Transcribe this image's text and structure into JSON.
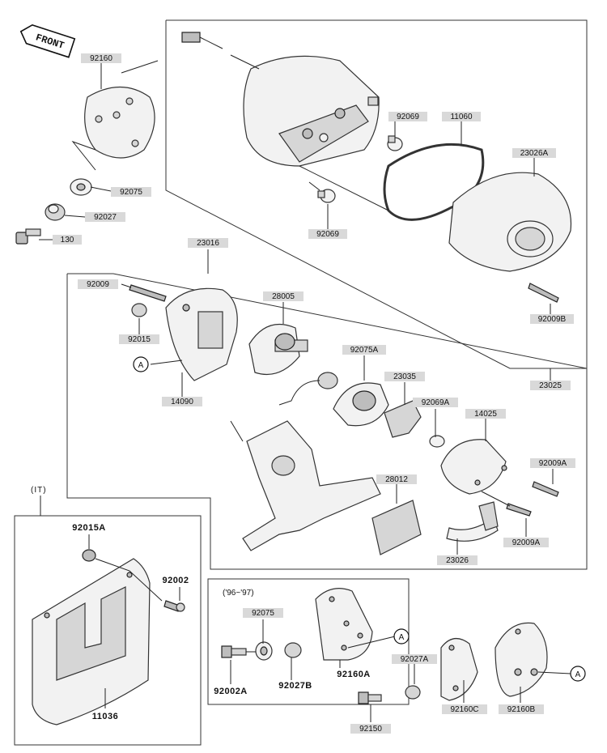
{
  "front_badge": "FRONT",
  "variant_it": "(IT)",
  "variant_years": "('96~'97)",
  "circle_ref": "A",
  "labels": {
    "l92160": "92160",
    "l92075_top": "92075",
    "l92027": "92027",
    "l130": "130",
    "l92069_a": "92069",
    "l11060": "11060",
    "l23026A": "23026A",
    "l92069_b": "92069",
    "l92009B": "92009B",
    "l23025": "23025",
    "l23016": "23016",
    "l92009": "92009",
    "l92015": "92015",
    "l28005": "28005",
    "l14090": "14090",
    "l92075A": "92075A",
    "l23035": "23035",
    "l92069A": "92069A",
    "l14025": "14025",
    "l92009A_a": "92009A",
    "l28012": "28012",
    "l92009A_b": "92009A",
    "l23026": "23026",
    "l92075_mid": "92075",
    "l92027A": "92027A",
    "l92150": "92150",
    "l92160C": "92160C",
    "l92160B": "92160B"
  },
  "bold_labels": {
    "b92015A": "92015A",
    "b92002": "92002",
    "b11036": "11036",
    "b92002A": "92002A",
    "b92027B": "92027B",
    "b92160A": "92160A"
  }
}
